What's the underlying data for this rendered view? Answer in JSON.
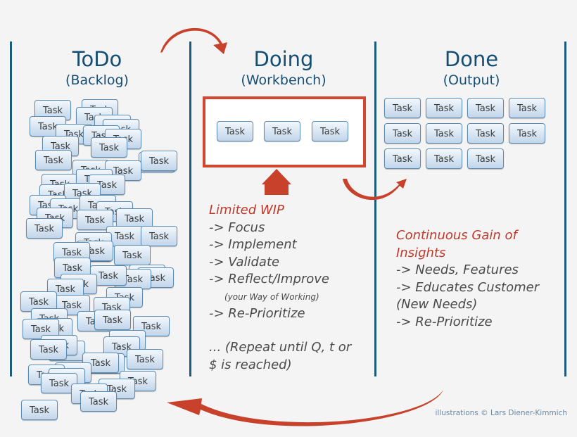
{
  "columns": [
    {
      "id": "todo",
      "title": "ToDo",
      "subtitle": "(Backlog)"
    },
    {
      "id": "doing",
      "title": "Doing",
      "subtitle": "(Workbench)"
    },
    {
      "id": "done",
      "title": "Done",
      "subtitle": "(Output)"
    }
  ],
  "task_label": "Task",
  "backlog_task_count": 70,
  "doing_task_count": 3,
  "done_task_count": 11,
  "doing_notes": {
    "heading": "Limited WIP",
    "lines": [
      "-> Focus",
      "-> Implement",
      "-> Validate",
      "-> Reflect/Improve"
    ],
    "aside": "(your Way of Working)",
    "last": "-> Re-Prioritize",
    "repeat": "... (Repeat until Q, t or",
    "repeat2": "$ is reached)"
  },
  "done_notes": {
    "heading": "Continuous Gain of",
    "heading2": "Insights",
    "lines": [
      "-> Needs, Features",
      "-> Educates Customer",
      "(New Needs)",
      "-> Re-Prioritize"
    ]
  },
  "credit": "illustrations © Lars Diener-Kimmich",
  "colors": {
    "accent": "#d0482f",
    "title": "#154e74",
    "divider": "#1d5a80"
  }
}
